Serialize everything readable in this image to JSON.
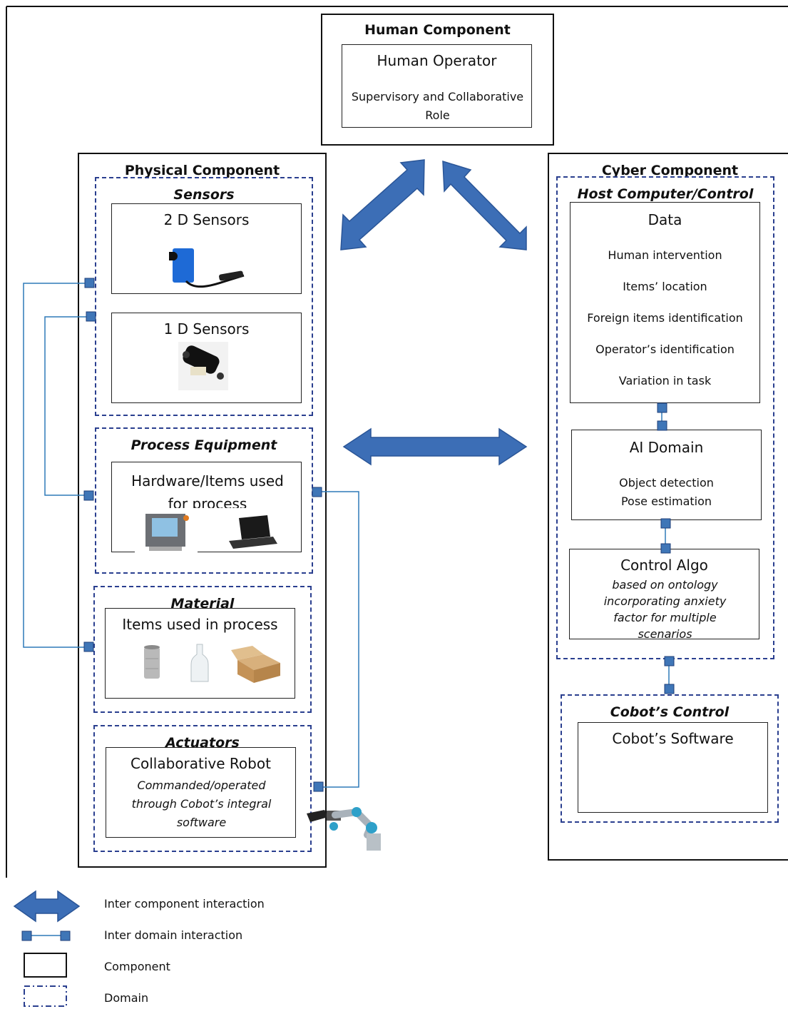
{
  "colors": {
    "arrow": "#3c6eb6",
    "arrow_stroke": "#2a5597",
    "link": "#2f7ab8",
    "node": "#3f76b7",
    "domain": "#2a3f8f"
  },
  "human": {
    "title": "Human Component",
    "box_title": "Human Operator",
    "role": "Supervisory and Collaborative Role"
  },
  "physical": {
    "title": "Physical Component",
    "sensors": {
      "title": "Sensors",
      "s2d": "2 D Sensors",
      "s1d": "1 D Sensors"
    },
    "process": {
      "title": "Process Equipment",
      "box_title": "Hardware/Items used for process"
    },
    "material": {
      "title": "Material",
      "box_title": "Items used in process"
    },
    "actuators": {
      "title": "Actuators",
      "box_title": "Collaborative Robot",
      "sub": "Commanded/operated through Cobot’s integral software"
    }
  },
  "cyber": {
    "title": "Cyber Component",
    "host": {
      "title": "Host Computer/Control",
      "data_title": "Data",
      "data_items": [
        "Human intervention",
        "Items’ location",
        "Foreign items identification",
        "Operator’s identification",
        "Variation in task"
      ]
    },
    "ai": {
      "title": "AI Domain",
      "items": [
        "Object detection",
        "Pose estimation"
      ]
    },
    "control": {
      "title": "Control Algo",
      "desc": "based on ontology incorporating anxiety factor for multiple scenarios"
    },
    "cobot": {
      "title": "Cobot’s Control",
      "box_title": "Cobot’s Software"
    }
  },
  "legend": {
    "inter_component": "Inter component interaction",
    "inter_domain": "Inter domain interaction",
    "component": "Component",
    "domain": "Domain"
  },
  "icons": [
    "camera-sensor-icon",
    "ir-distance-sensor-icon",
    "computer-terminal-icon",
    "laptop-icon",
    "tin-can-icon",
    "glass-bottle-icon",
    "cardboard-box-icon",
    "robot-arm-icon"
  ]
}
